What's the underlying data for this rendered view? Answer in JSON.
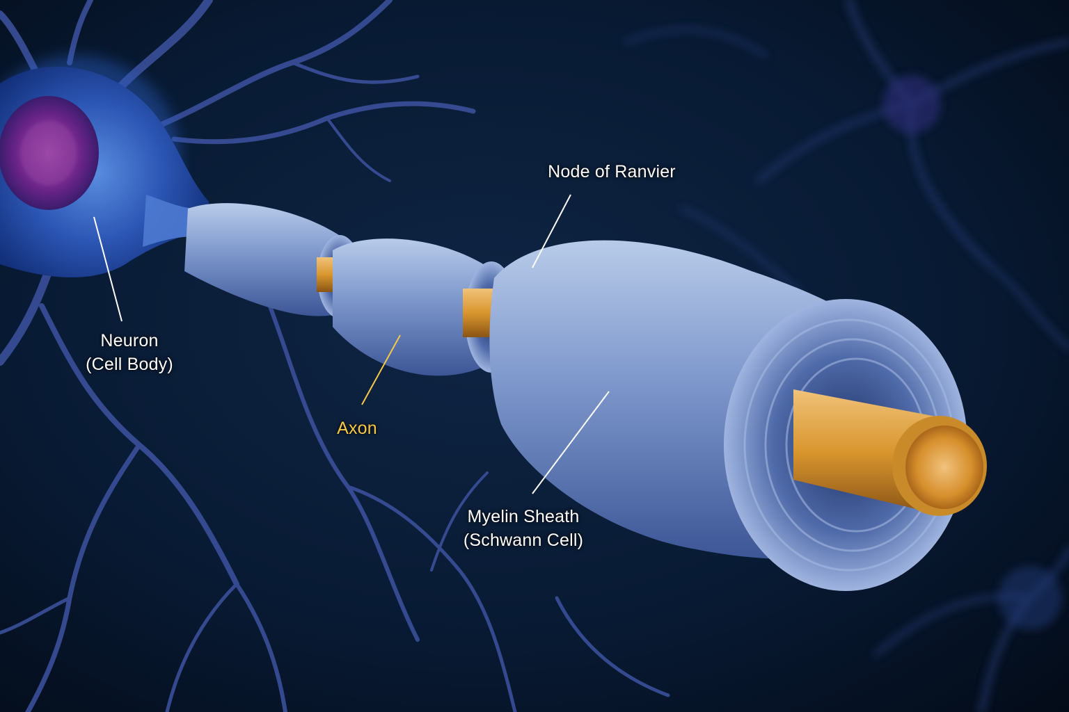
{
  "labels": {
    "neuron": {
      "line1": "Neuron",
      "line2": "(Cell Body)"
    },
    "axon": {
      "text": "Axon"
    },
    "node": {
      "text": "Node of Ranvier"
    },
    "myelin": {
      "line1": "Myelin Sheath",
      "line2": "(Schwann Cell)"
    }
  },
  "colors": {
    "background": "#050d1c",
    "label_text": "#ffffff",
    "axon_label": "#f7c948",
    "myelin": "#8aa6d6",
    "axon_core": "#d9962e",
    "soma_nucleus": "#7a2a8f",
    "dendrites": "#3a4f9a"
  }
}
